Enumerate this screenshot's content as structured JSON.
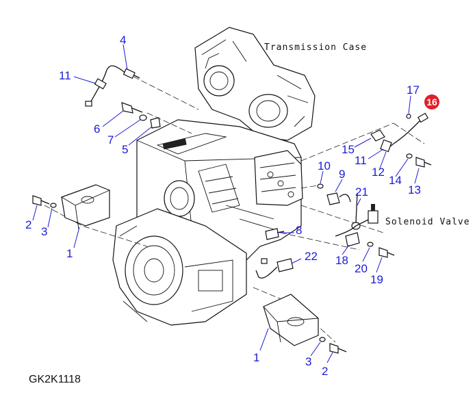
{
  "labels": {
    "transmission_case": "Transmission Case",
    "solenoid_valve": "Solenoid Valve",
    "figure_code": "GK2K1118"
  },
  "highlight": {
    "number": "16",
    "color": "#e0202a"
  },
  "callouts": {
    "n4": "4",
    "n11a": "11",
    "n6": "6",
    "n7": "7",
    "n5": "5",
    "n2a": "2",
    "n3a": "3",
    "n1a": "1",
    "n17": "17",
    "n15": "15",
    "n11b": "11",
    "n12": "12",
    "n14": "14",
    "n13": "13",
    "n10": "10",
    "n9": "9",
    "n21": "21",
    "n8": "8",
    "n18": "18",
    "n20": "20",
    "n19": "19",
    "n22": "22",
    "n1b": "1",
    "n3b": "3",
    "n2b": "2"
  },
  "colors": {
    "callout": "#1a1ad6",
    "line": "#111111"
  }
}
